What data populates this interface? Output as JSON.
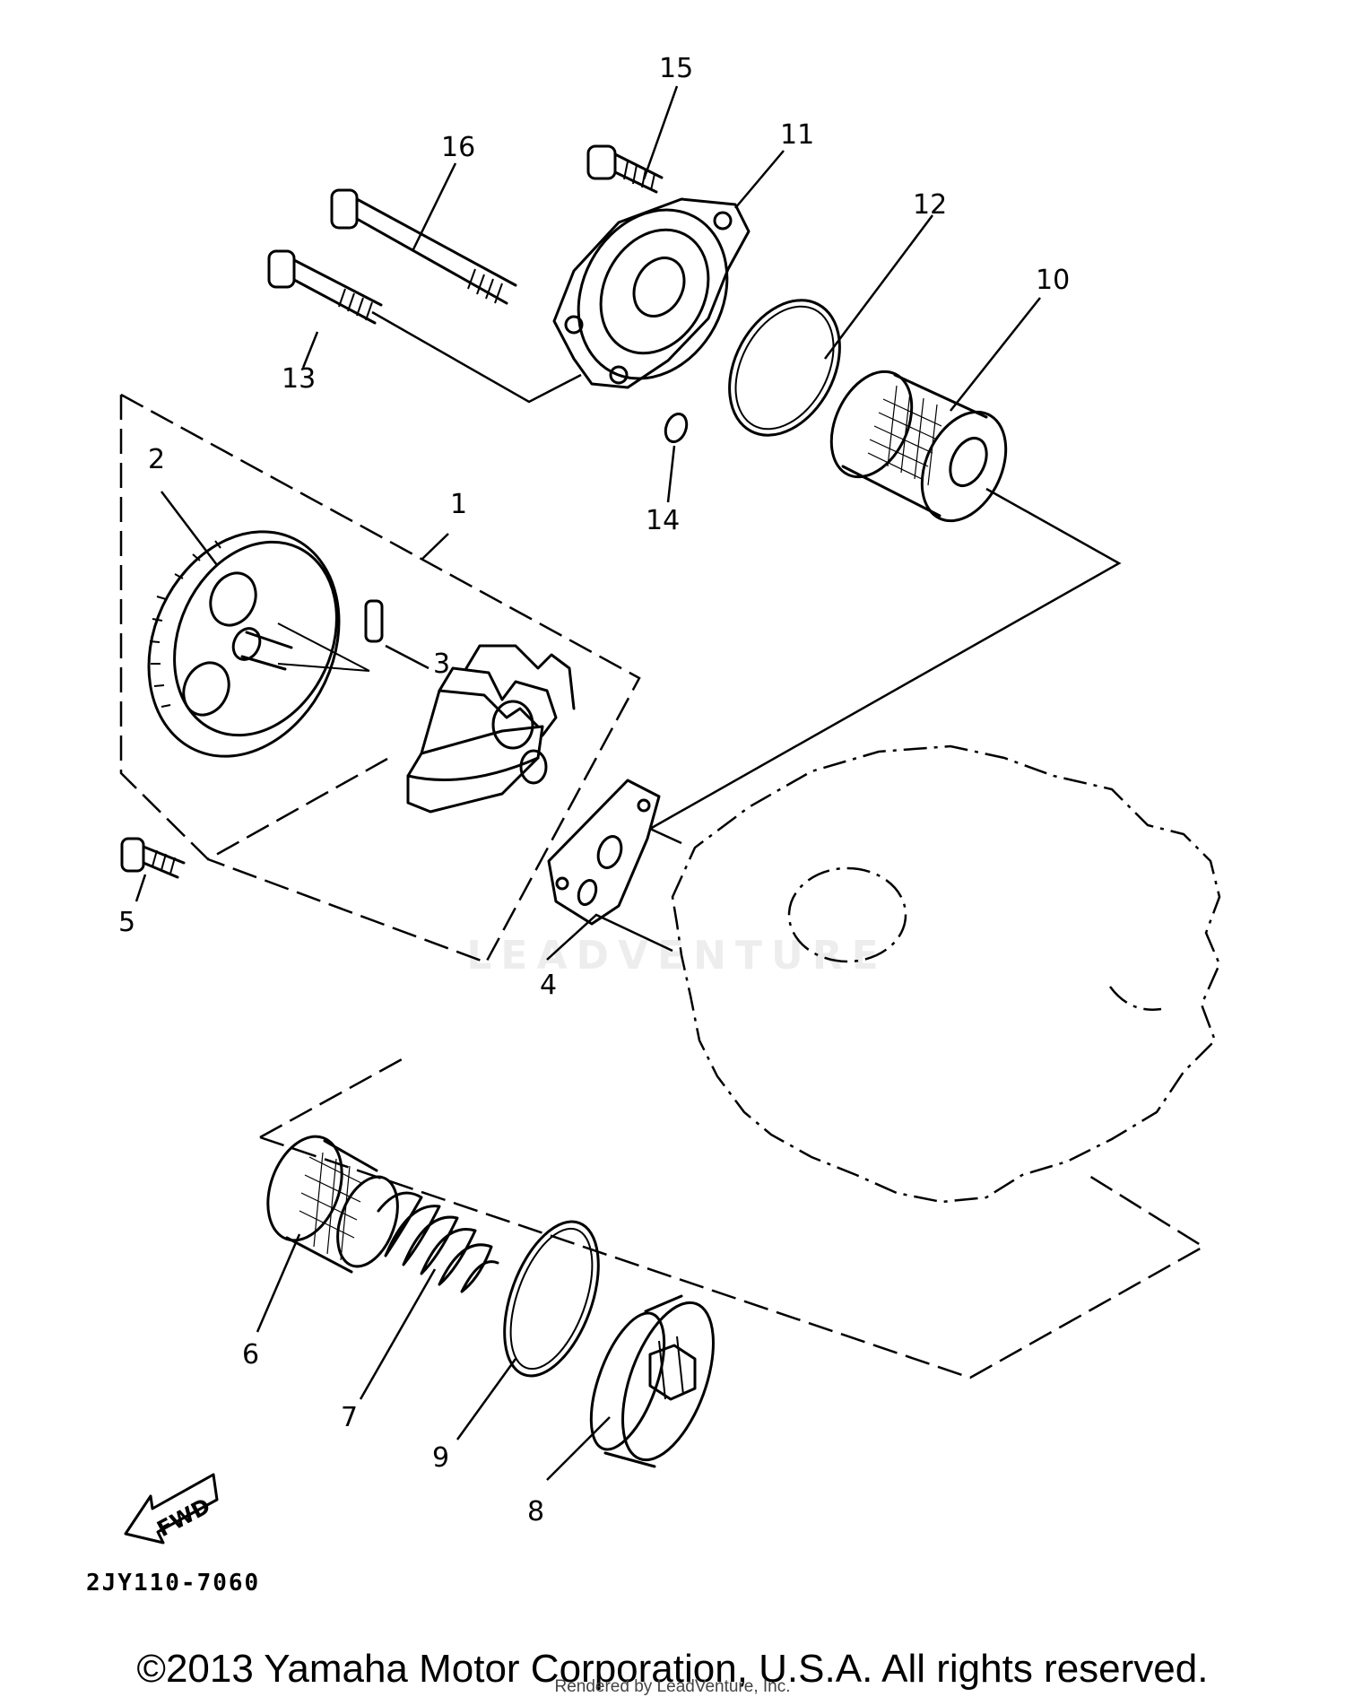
{
  "diagram": {
    "callouts": [
      {
        "id": "1",
        "label": "1"
      },
      {
        "id": "2",
        "label": "2"
      },
      {
        "id": "3",
        "label": "3"
      },
      {
        "id": "4",
        "label": "4"
      },
      {
        "id": "5",
        "label": "5"
      },
      {
        "id": "6",
        "label": "6"
      },
      {
        "id": "7",
        "label": "7"
      },
      {
        "id": "8",
        "label": "8"
      },
      {
        "id": "9",
        "label": "9"
      },
      {
        "id": "10",
        "label": "10"
      },
      {
        "id": "11",
        "label": "11"
      },
      {
        "id": "12",
        "label": "12"
      },
      {
        "id": "13",
        "label": "13"
      },
      {
        "id": "14",
        "label": "14"
      },
      {
        "id": "15",
        "label": "15"
      },
      {
        "id": "16",
        "label": "16"
      }
    ],
    "fwd_label": "FWD",
    "drawing_code": "2JY110-7060"
  },
  "footer": {
    "copyright": "©2013 Yamaha Motor Corporation, U.S.A. All rights reserved.",
    "rendered_by": "Rendered by LeadVenture, Inc."
  },
  "watermark": "LEADVENTURE"
}
